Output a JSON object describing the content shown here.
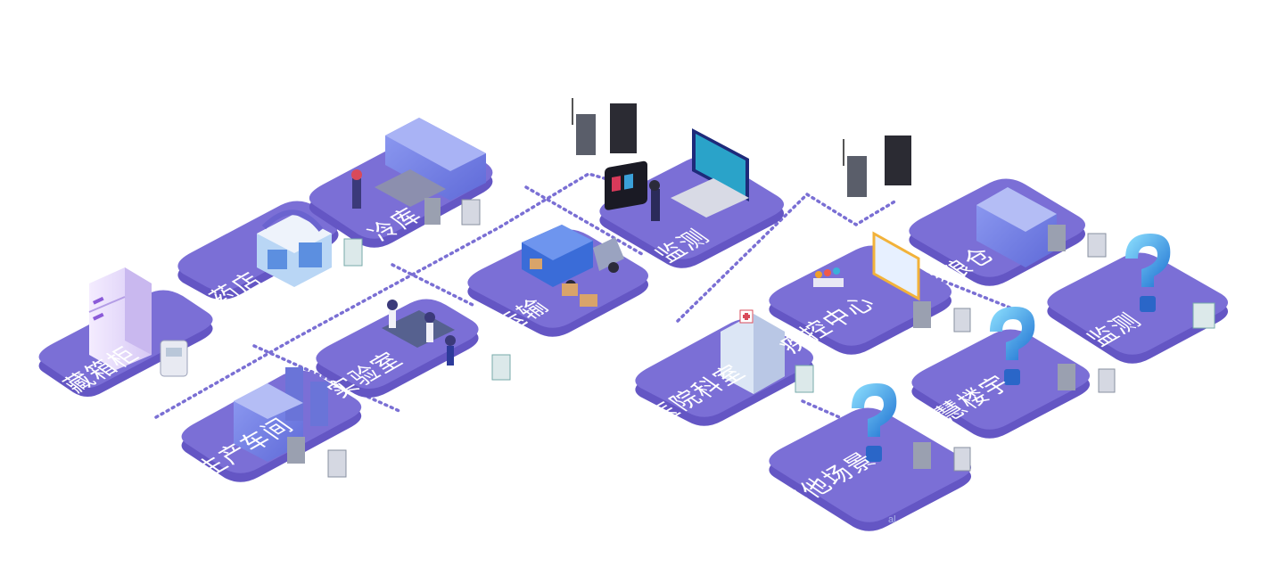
{
  "scenes": [
    {
      "id": "fridge",
      "label": "冷藏箱柜"
    },
    {
      "id": "pharmacy",
      "label": "药店"
    },
    {
      "id": "coldstore",
      "label": "冷库"
    },
    {
      "id": "workshop",
      "label": "生产车间"
    },
    {
      "id": "lab",
      "label": "实验室"
    },
    {
      "id": "transport",
      "label": "运输"
    },
    {
      "id": "monitor",
      "label": "监测"
    },
    {
      "id": "granary",
      "label": "粮仓"
    },
    {
      "id": "cdc",
      "label": "疾控中心"
    },
    {
      "id": "hospital",
      "label": "医院科室"
    },
    {
      "id": "building",
      "label": "智慧楼宇"
    },
    {
      "id": "concrete",
      "label": "砼监测"
    },
    {
      "id": "other",
      "label": "其他场景"
    }
  ],
  "watermark": "al",
  "colors": {
    "tile": "#7b6fd6",
    "tile_dark": "#6456c4",
    "dots": "#7a6fd4"
  }
}
